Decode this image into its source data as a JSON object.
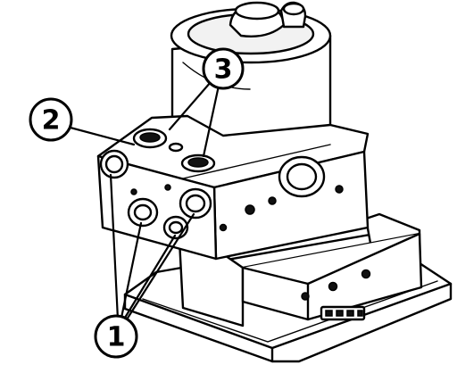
{
  "callouts": {
    "one": "1",
    "two": "2",
    "three": "3"
  },
  "connector_marking": "▫▫▫▫"
}
